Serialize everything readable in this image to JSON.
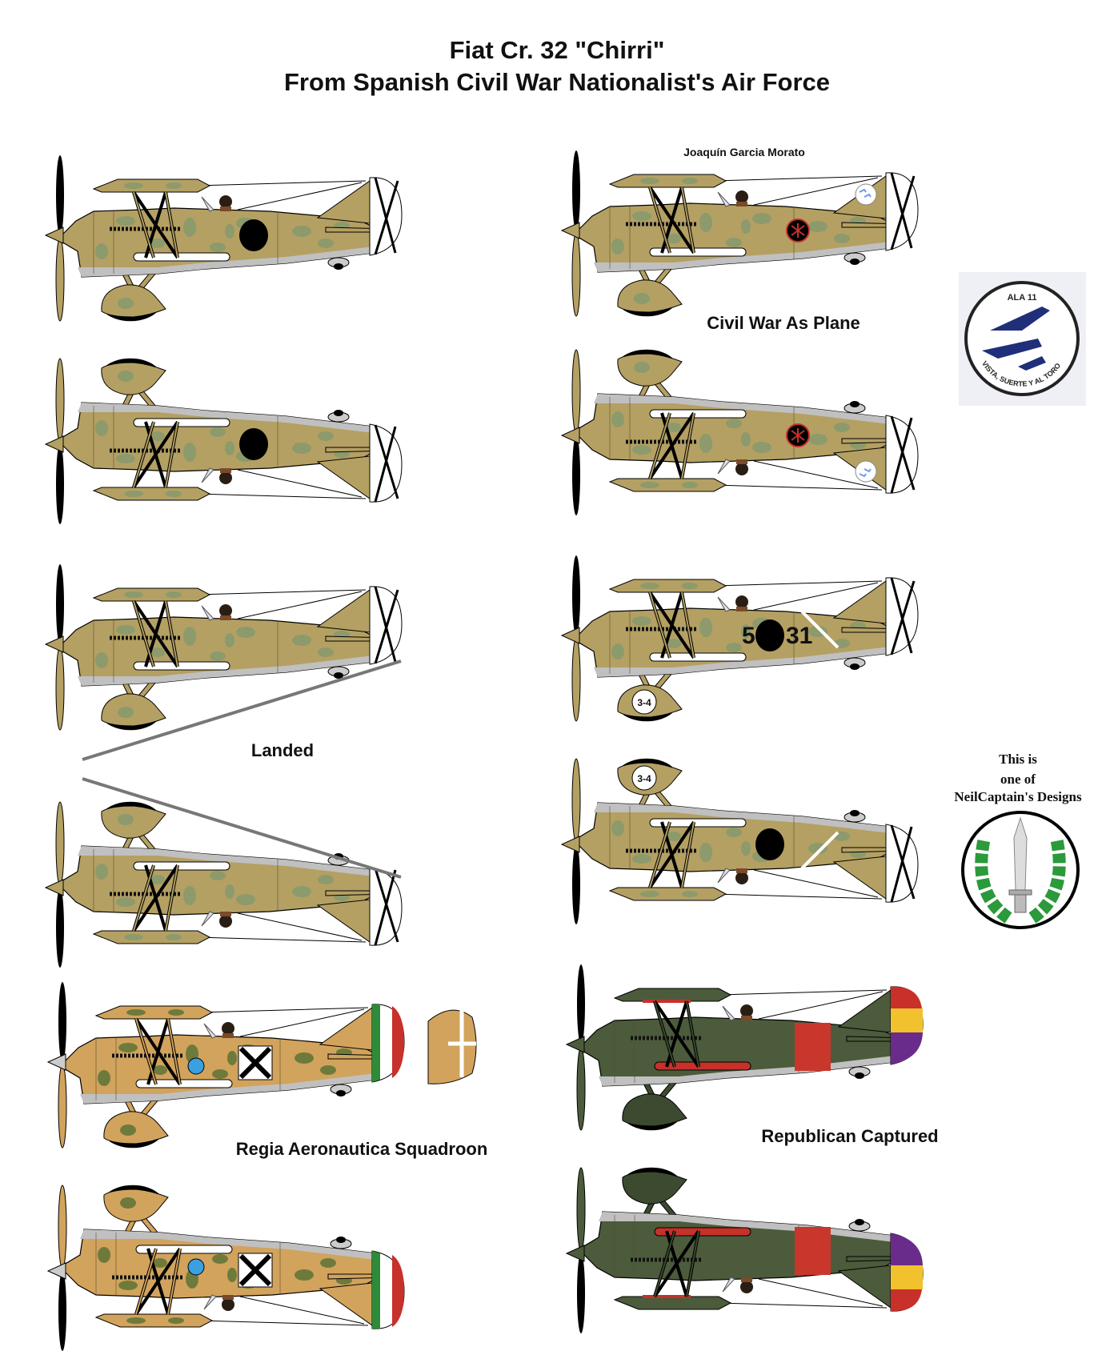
{
  "title": {
    "line1": "Fiat Cr. 32 \"Chirri\"",
    "line2": "From Spanish Civil War Nationalist's Air Force"
  },
  "labels": {
    "pilot": "Joaquín Garcia Morato",
    "civil_war": "Civil War As Plane",
    "landed": "Landed",
    "regia": "Regia Aeronautica Squadroon",
    "republican": "Republican Captured"
  },
  "credit": {
    "line1": "This is",
    "line2": "one of",
    "line3": "NeilCaptain's Designs"
  },
  "patch": {
    "top": "ALA 11",
    "bottom": "VISTA, SUERTE Y AL TORO"
  },
  "markings": {
    "code_left": "5",
    "code_right": "31",
    "wheel_code": "3-4"
  },
  "colors": {
    "tan": "#b4a063",
    "tan_spot": "#8c9a6c",
    "regia": "#d2a35c",
    "regia_spot": "#6e7a3c",
    "green": "#4b5b3b",
    "grey": "#c0c0c0",
    "red_band": "#c9372c",
    "yellow": "#f2c12e",
    "purple": "#6a2c8a",
    "italy_green": "#2e8b3a",
    "italy_red": "#c8302a",
    "patch_blue": "#1f2f7a"
  },
  "planes": [
    {
      "id": "plane-left-1",
      "scheme": "tan",
      "inverted": false,
      "roundel": "black"
    },
    {
      "id": "plane-left-2",
      "scheme": "tan",
      "inverted": true,
      "roundel": "black"
    },
    {
      "id": "plane-left-3",
      "scheme": "tan",
      "inverted": false,
      "roundel": "none"
    },
    {
      "id": "plane-left-4",
      "scheme": "tan",
      "inverted": true,
      "roundel": "none"
    },
    {
      "id": "plane-regia-1",
      "scheme": "regia",
      "inverted": false,
      "roundel": "x-cross"
    },
    {
      "id": "plane-regia-2",
      "scheme": "regia",
      "inverted": true,
      "roundel": "x-cross"
    },
    {
      "id": "plane-morato-1",
      "scheme": "tan",
      "inverted": false,
      "roundel": "falange"
    },
    {
      "id": "plane-morato-2",
      "scheme": "tan",
      "inverted": true,
      "roundel": "falange"
    },
    {
      "id": "plane-coded-1",
      "scheme": "tan",
      "inverted": false,
      "roundel": "coded"
    },
    {
      "id": "plane-coded-2",
      "scheme": "tan",
      "inverted": true,
      "roundel": "coded"
    },
    {
      "id": "plane-republican-1",
      "scheme": "green",
      "inverted": false,
      "roundel": "band"
    },
    {
      "id": "plane-republican-2",
      "scheme": "green",
      "inverted": true,
      "roundel": "band"
    }
  ]
}
